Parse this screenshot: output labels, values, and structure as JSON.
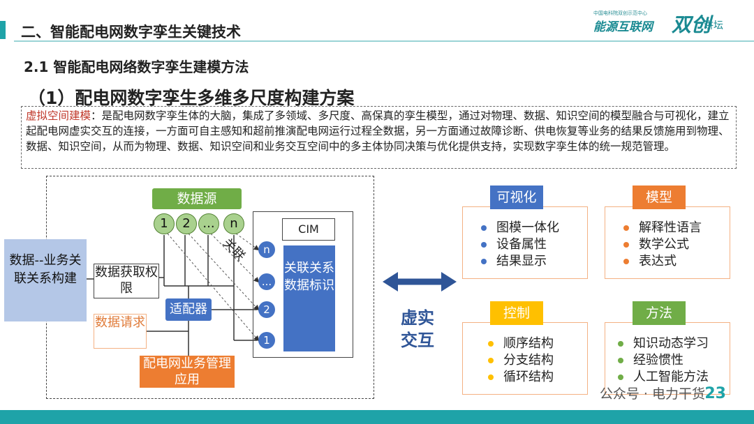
{
  "header": {
    "section_title": "二、智能配电网数字孪生关键技术",
    "subsection_title": "2.1 智能配电网络数字孪生建模方法",
    "scheme_title": "（1）配电网数字孪生多维多尺度构建方案"
  },
  "logo": {
    "small_text": "中国电科院双创示范中心",
    "main_text": "能源互联网",
    "big_text": "双创",
    "tail_text": "讲坛"
  },
  "intro": {
    "term": "虚拟空间建模",
    "body": "：是配电网数字孪生体的大脑，集成了多领域、多尺度、高保真的孪生模型，通过对物理、数据、知识空间的模型融合与可视化，建立起配电网虚实交互的连接，一方面可自主感知和超前推演配电网运行过程全数据，另一方面通过故障诊断、供电恢复等业务的结果反馈施用到物理、数据、知识空间，从而为物理、数据、知识空间和业务交互空间中的多主体协同决策与优化提供支持，实现数字孪生体的统一规范管理。"
  },
  "diagram": {
    "left_box": "数据--业务关联关系构建",
    "data_source": "数据源",
    "source_nodes": [
      "1",
      "2",
      "...",
      "n"
    ],
    "access_rights": "数据获取权限",
    "data_request": "数据请求",
    "adapter": "适配器",
    "business_app": "配电网业务管理应用",
    "relation_label": "关联",
    "cim": "CIM",
    "relation_box": "关联关系数据标识",
    "relation_nodes": [
      "n",
      "...",
      "2",
      "1"
    ]
  },
  "interaction_label": "虚实交互",
  "cards": [
    {
      "tag": "可视化",
      "tag_color": "#4472c4",
      "tag_text_color": "#ffffff",
      "bullet_color": "#4472c4",
      "items": [
        "图模一体化",
        "设备属性",
        "结果显示"
      ]
    },
    {
      "tag": "模型",
      "tag_color": "#ed7d31",
      "tag_text_color": "#ffffff",
      "bullet_color": "#ed7d31",
      "items": [
        "解释性语言",
        "数学公式",
        "表达式"
      ]
    },
    {
      "tag": "控制",
      "tag_color": "#ffc000",
      "tag_text_color": "#ffffff",
      "bullet_color": "#ffc000",
      "items": [
        "顺序结构",
        "分支结构",
        "循环结构"
      ]
    },
    {
      "tag": "方法",
      "tag_color": "#70ad47",
      "tag_text_color": "#ffffff",
      "bullet_color": "#70ad47",
      "items": [
        "知识动态学习",
        "经验惯性",
        "人工智能方法"
      ]
    }
  ],
  "footer": {
    "watermark": "公众号 · 电力干货",
    "page_number": "23"
  },
  "colors": {
    "accent": "#1fa3a8",
    "blue": "#4472c4",
    "green": "#70ad47",
    "orange": "#ed7d31"
  }
}
